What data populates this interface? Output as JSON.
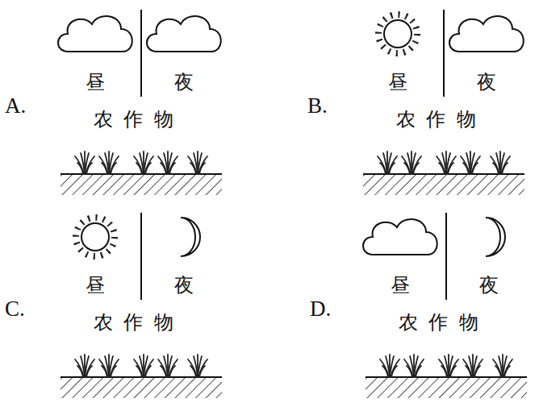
{
  "diagram": {
    "labels": [
      "A.",
      "昼",
      "夜",
      "农作物",
      "B.",
      "昼",
      "夜",
      "农作物",
      "C.",
      "昼",
      "夜",
      "农作物",
      "D.",
      "昼",
      "夜",
      "农作物"
    ]
  }
}
